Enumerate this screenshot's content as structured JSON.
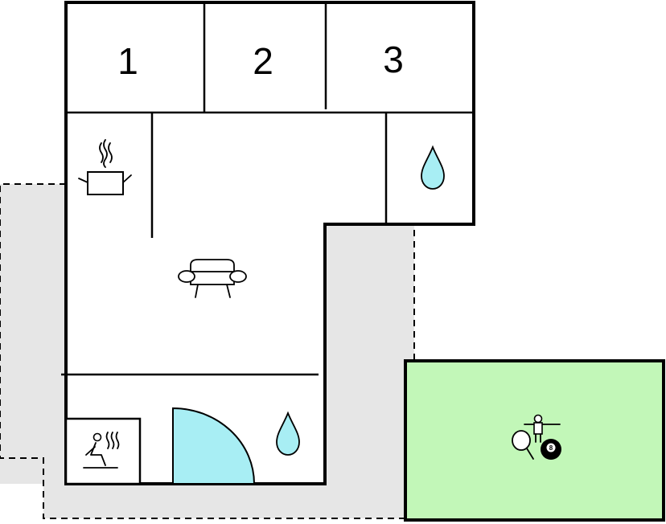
{
  "rooms": {
    "bedroom_1": "1",
    "bedroom_2": "2",
    "bedroom_3": "3"
  },
  "icons": {
    "kitchen": "cooking-pot-icon",
    "living": "sofa-icon",
    "bathroom_upper": "water-drop-icon",
    "bathroom_lower": "water-drop-icon",
    "sauna": "sauna-icon",
    "shower": "shower-quarter-circle",
    "games": [
      "table-tennis-icon",
      "foosball-icon",
      "billiard-8-ball-icon"
    ]
  },
  "billiard_ball_number": "8",
  "colors": {
    "terrace": "#e6e6e6",
    "water": "#a8eef4",
    "game_room": "#c2f7b8",
    "walls": "#000000",
    "floor": "#ffffff"
  }
}
